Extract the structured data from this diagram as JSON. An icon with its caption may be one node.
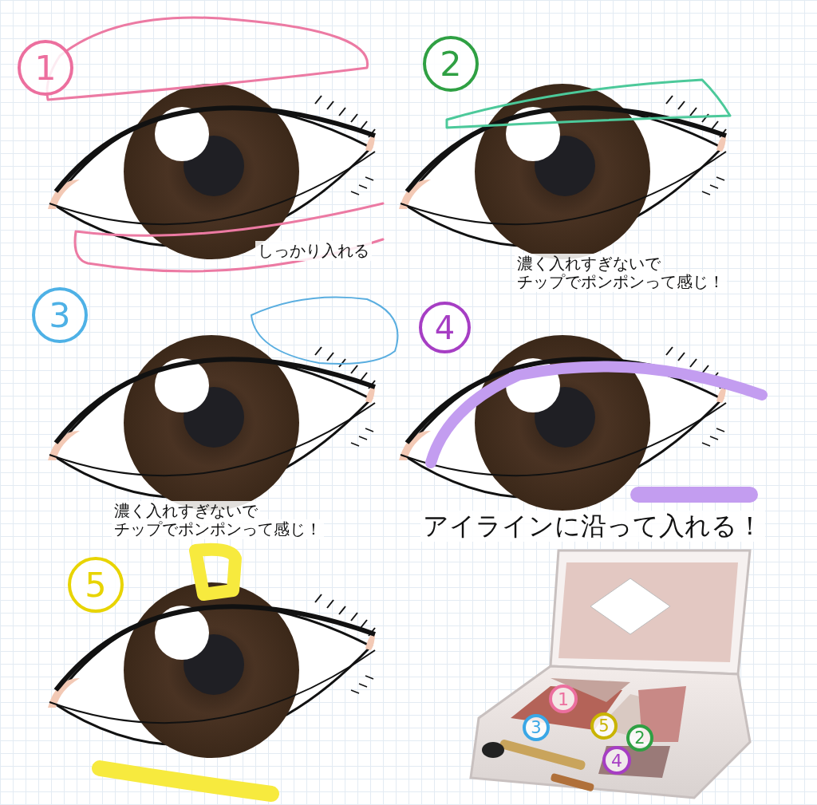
{
  "diagram": {
    "labels": [
      "1",
      "2",
      "しっかり入れる",
      "濃く入れすぎないで",
      "チップでポンポンって感じ！",
      "3",
      "4",
      "濃く入れすぎないで",
      "チップでポンポンって感じ！",
      "アイラインに沿って入れる！",
      "5",
      "1",
      "3",
      "5",
      "2",
      "4"
    ]
  }
}
